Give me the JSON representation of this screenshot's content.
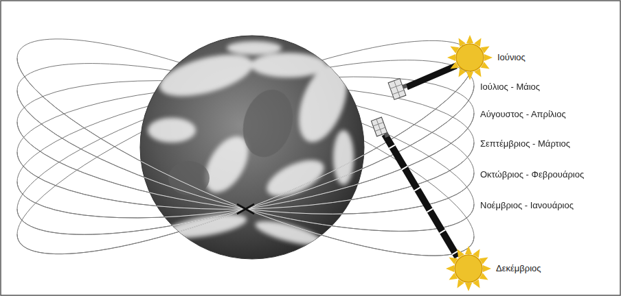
{
  "diagram": {
    "labels": [
      "Ιούνιος",
      "Ιούλιος - Μάιος",
      "Αύγουστος - Απρίλιος",
      "Σεπτέμβριος - Μάρτιος",
      "Οκτώβριος - Φεβρουάριος",
      "Νοέμβριος - Ιανουάριος",
      "Δεκέμβριος"
    ]
  }
}
